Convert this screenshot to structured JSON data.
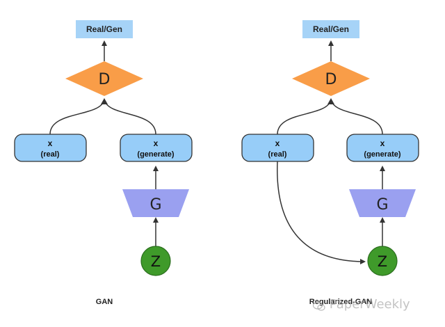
{
  "colors": {
    "output_box": "#a6d3f7",
    "x_box": "#97cdf8",
    "box_stroke": "#333333",
    "discriminator": "#f99d48",
    "generator": "#9aa0f0",
    "latent": "#3f9a2a",
    "latent_stroke": "#2b6e1e",
    "edge": "#333333"
  },
  "diagrams": [
    {
      "caption": "GAN",
      "output_label": "Real/Gen",
      "discriminator_label": "D",
      "real_node": {
        "symbol": "x",
        "label": "(real)"
      },
      "generated_node": {
        "symbol": "x",
        "label": "(generate)"
      },
      "generator_label": "G",
      "latent_label": "Z"
    },
    {
      "caption": "Regularized-GAN",
      "output_label": "Real/Gen",
      "discriminator_label": "D",
      "real_node": {
        "symbol": "x",
        "label": "(real)"
      },
      "generated_node": {
        "symbol": "x",
        "label": "(generate)"
      },
      "generator_label": "G",
      "latent_label": "Z"
    }
  ],
  "watermark": "PaperWeekly",
  "icons": {
    "watermark": "wechat-icon"
  }
}
